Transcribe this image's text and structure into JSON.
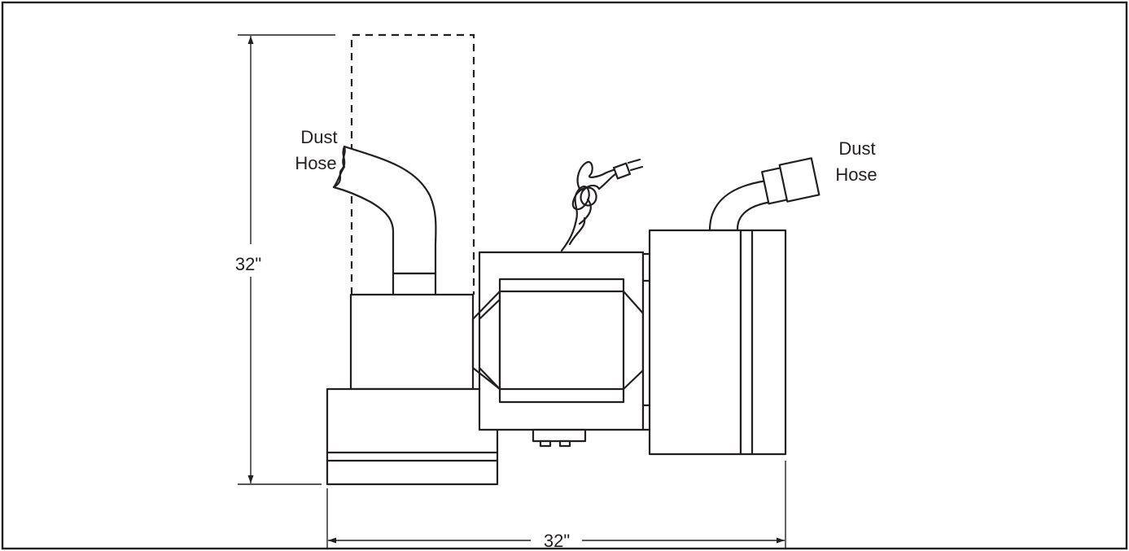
{
  "diagram": {
    "labels": {
      "dust_hose_left": [
        "Dust",
        "Hose"
      ],
      "dust_hose_right": [
        "Dust",
        "Hose"
      ],
      "height_dimension": "32\"",
      "width_dimension": "32\""
    },
    "colors": {
      "line": "#231f20",
      "background": "#ffffff"
    }
  }
}
